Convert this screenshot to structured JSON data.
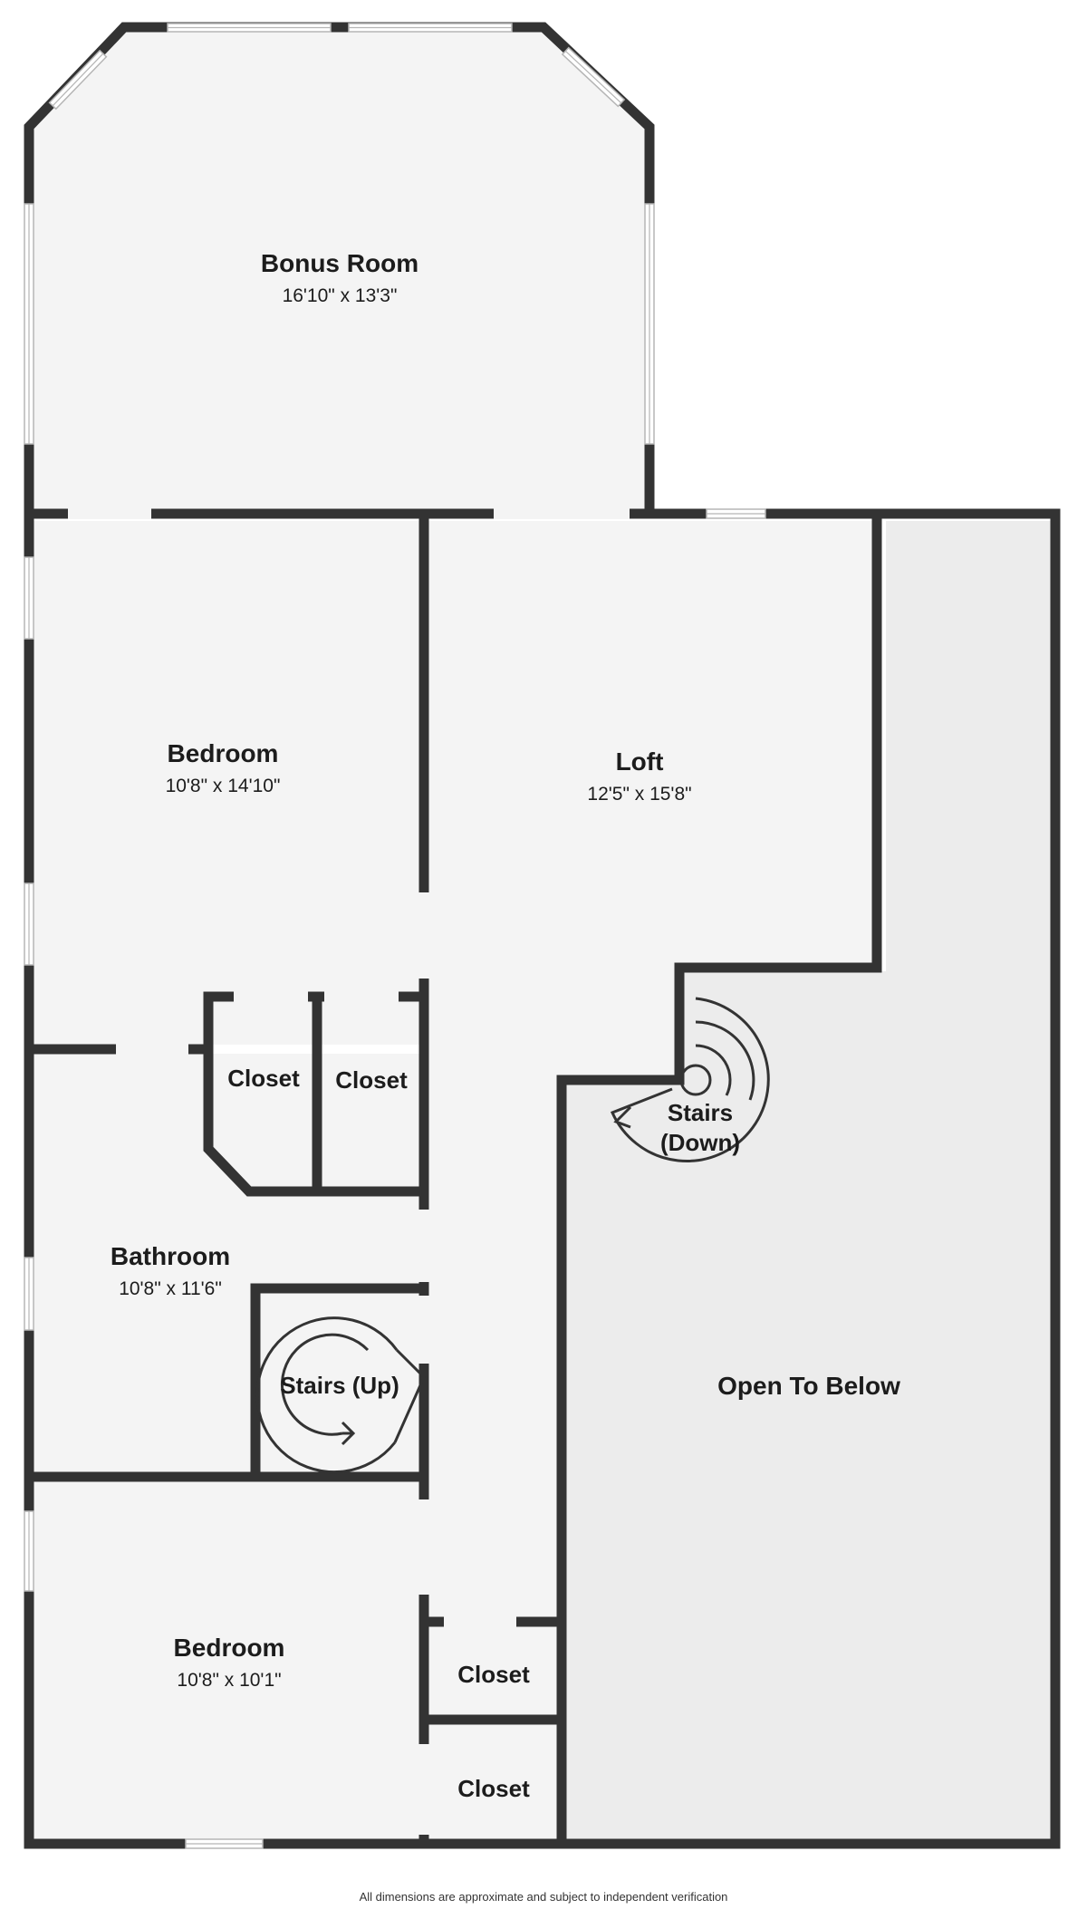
{
  "rooms": {
    "bonus": {
      "name": "Bonus Room",
      "dims": "16'10\" x 13'3\""
    },
    "bedroom1": {
      "name": "Bedroom",
      "dims": "10'8\" x 14'10\""
    },
    "loft": {
      "name": "Loft",
      "dims": "12'5\" x 15'8\""
    },
    "closet1": {
      "name": "Closet"
    },
    "closet2": {
      "name": "Closet"
    },
    "bathroom": {
      "name": "Bathroom",
      "dims": "10'8\" x 11'6\""
    },
    "open": {
      "name": "Open To Below"
    },
    "bedroom2": {
      "name": "Bedroom",
      "dims": "10'8\" x 10'1\""
    },
    "closet3": {
      "name": "Closet"
    },
    "closet4": {
      "name": "Closet"
    }
  },
  "stairs": {
    "up": {
      "label": "Stairs (Up)"
    },
    "down": {
      "line1": "Stairs",
      "line2": "(Down)"
    }
  },
  "footer": {
    "note": "All dimensions are approximate and subject to independent verification"
  },
  "colors": {
    "wall": "#333333",
    "floor": "#f4f4f4",
    "open_below": "#ececec",
    "window": "#b5b5b5"
  }
}
